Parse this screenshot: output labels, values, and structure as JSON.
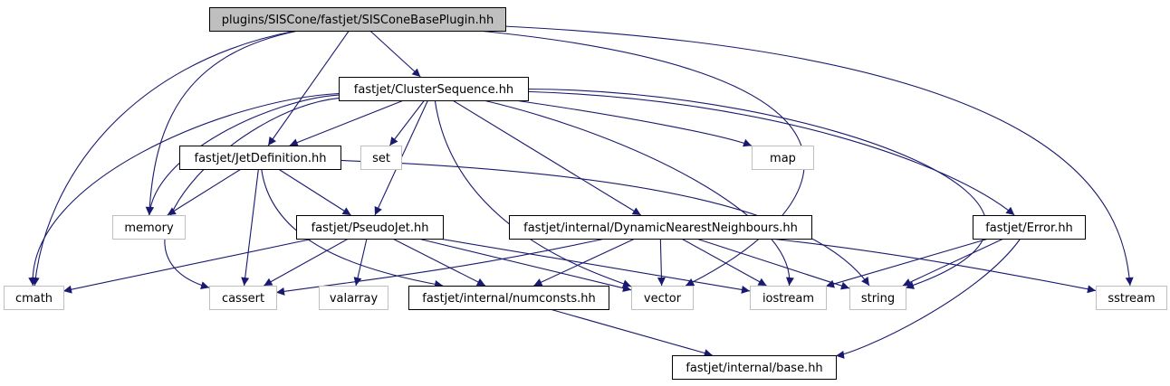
{
  "colors": {
    "edge": "#191970",
    "root_fill": "#bfbfbf",
    "node_fill": "#ffffff",
    "local_border": "#000000",
    "system_border": "#bfbfbf"
  },
  "nodes": [
    {
      "id": "root",
      "label": "plugins/SISCone/fastjet/SISConeBasePlugin.hh",
      "kind": "root"
    },
    {
      "id": "cs",
      "label": "fastjet/ClusterSequence.hh",
      "kind": "local"
    },
    {
      "id": "jd",
      "label": "fastjet/JetDefinition.hh",
      "kind": "local"
    },
    {
      "id": "set",
      "label": "set",
      "kind": "system"
    },
    {
      "id": "map",
      "label": "map",
      "kind": "system"
    },
    {
      "id": "memory",
      "label": "memory",
      "kind": "system"
    },
    {
      "id": "pj",
      "label": "fastjet/PseudoJet.hh",
      "kind": "local"
    },
    {
      "id": "dnn",
      "label": "fastjet/internal/DynamicNearestNeighbours.hh",
      "kind": "local"
    },
    {
      "id": "err",
      "label": "fastjet/Error.hh",
      "kind": "local"
    },
    {
      "id": "cmath",
      "label": "cmath",
      "kind": "system"
    },
    {
      "id": "cassert",
      "label": "cassert",
      "kind": "system"
    },
    {
      "id": "valarray",
      "label": "valarray",
      "kind": "system"
    },
    {
      "id": "numconsts",
      "label": "fastjet/internal/numconsts.hh",
      "kind": "local"
    },
    {
      "id": "vector",
      "label": "vector",
      "kind": "system"
    },
    {
      "id": "iostream",
      "label": "iostream",
      "kind": "system"
    },
    {
      "id": "string",
      "label": "string",
      "kind": "system"
    },
    {
      "id": "sstream",
      "label": "sstream",
      "kind": "system"
    },
    {
      "id": "base",
      "label": "fastjet/internal/base.hh",
      "kind": "local"
    }
  ],
  "edges": [
    [
      "root",
      "cs"
    ],
    [
      "root",
      "jd"
    ],
    [
      "root",
      "memory"
    ],
    [
      "root",
      "cmath"
    ],
    [
      "root",
      "vector"
    ],
    [
      "root",
      "sstream"
    ],
    [
      "cs",
      "jd"
    ],
    [
      "cs",
      "memory"
    ],
    [
      "cs",
      "cmath"
    ],
    [
      "cs",
      "cassert"
    ],
    [
      "cs",
      "set"
    ],
    [
      "cs",
      "pj"
    ],
    [
      "cs",
      "vector"
    ],
    [
      "cs",
      "dnn"
    ],
    [
      "cs",
      "map"
    ],
    [
      "cs",
      "iostream"
    ],
    [
      "cs",
      "err"
    ],
    [
      "cs",
      "string"
    ],
    [
      "jd",
      "memory"
    ],
    [
      "jd",
      "cassert"
    ],
    [
      "jd",
      "pj"
    ],
    [
      "jd",
      "numconsts"
    ],
    [
      "jd",
      "string"
    ],
    [
      "pj",
      "cmath"
    ],
    [
      "pj",
      "cassert"
    ],
    [
      "pj",
      "valarray"
    ],
    [
      "pj",
      "numconsts"
    ],
    [
      "pj",
      "vector"
    ],
    [
      "pj",
      "iostream"
    ],
    [
      "dnn",
      "cassert"
    ],
    [
      "dnn",
      "numconsts"
    ],
    [
      "dnn",
      "vector"
    ],
    [
      "dnn",
      "iostream"
    ],
    [
      "dnn",
      "string"
    ],
    [
      "dnn",
      "sstream"
    ],
    [
      "err",
      "iostream"
    ],
    [
      "err",
      "string"
    ],
    [
      "err",
      "base"
    ],
    [
      "numconsts",
      "base"
    ]
  ]
}
